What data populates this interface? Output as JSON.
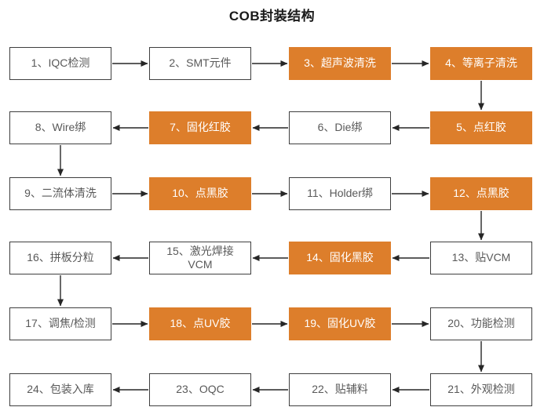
{
  "title": "COB封装结构",
  "colors": {
    "highlight_bg": "#dd7e2b",
    "highlight_text": "#ffffff",
    "box_bg": "#ffffff",
    "box_border": "#3f3f3f",
    "box_text": "#595959",
    "arrow": "#262626",
    "title_text": "#1a1a1a"
  },
  "steps": [
    {
      "label": "1、IQC检测",
      "row": 0,
      "col": 0,
      "highlight": false
    },
    {
      "label": "2、SMT元件",
      "row": 0,
      "col": 1,
      "highlight": false
    },
    {
      "label": "3、超声波清洗",
      "row": 0,
      "col": 2,
      "highlight": true
    },
    {
      "label": "4、等离子清洗",
      "row": 0,
      "col": 3,
      "highlight": true
    },
    {
      "label": "5、点红胶",
      "row": 1,
      "col": 3,
      "highlight": true
    },
    {
      "label": "6、Die绑",
      "row": 1,
      "col": 2,
      "highlight": false
    },
    {
      "label": "7、固化红胶",
      "row": 1,
      "col": 1,
      "highlight": true
    },
    {
      "label": "8、Wire绑",
      "row": 1,
      "col": 0,
      "highlight": false
    },
    {
      "label": "9、二流体清洗",
      "row": 2,
      "col": 0,
      "highlight": false
    },
    {
      "label": "10、点黑胶",
      "row": 2,
      "col": 1,
      "highlight": true
    },
    {
      "label": "11、Holder绑",
      "row": 2,
      "col": 2,
      "highlight": false
    },
    {
      "label": "12、点黑胶",
      "row": 2,
      "col": 3,
      "highlight": true
    },
    {
      "label": "13、贴VCM",
      "row": 3,
      "col": 3,
      "highlight": false
    },
    {
      "label": "14、固化黑胶",
      "row": 3,
      "col": 2,
      "highlight": true
    },
    {
      "label": "15、激光焊接\nVCM",
      "row": 3,
      "col": 1,
      "highlight": false
    },
    {
      "label": "16、拼板分粒",
      "row": 3,
      "col": 0,
      "highlight": false
    },
    {
      "label": "17、调焦/检测",
      "row": 4,
      "col": 0,
      "highlight": false
    },
    {
      "label": "18、点UV胶",
      "row": 4,
      "col": 1,
      "highlight": true
    },
    {
      "label": "19、固化UV胶",
      "row": 4,
      "col": 2,
      "highlight": true
    },
    {
      "label": "20、功能检测",
      "row": 4,
      "col": 3,
      "highlight": false
    },
    {
      "label": "21、外观检测",
      "row": 5,
      "col": 3,
      "highlight": false
    },
    {
      "label": "22、贴辅料",
      "row": 5,
      "col": 2,
      "highlight": false
    },
    {
      "label": "23、OQC",
      "row": 5,
      "col": 1,
      "highlight": false
    },
    {
      "label": "24、包装入库",
      "row": 5,
      "col": 0,
      "highlight": false
    }
  ]
}
